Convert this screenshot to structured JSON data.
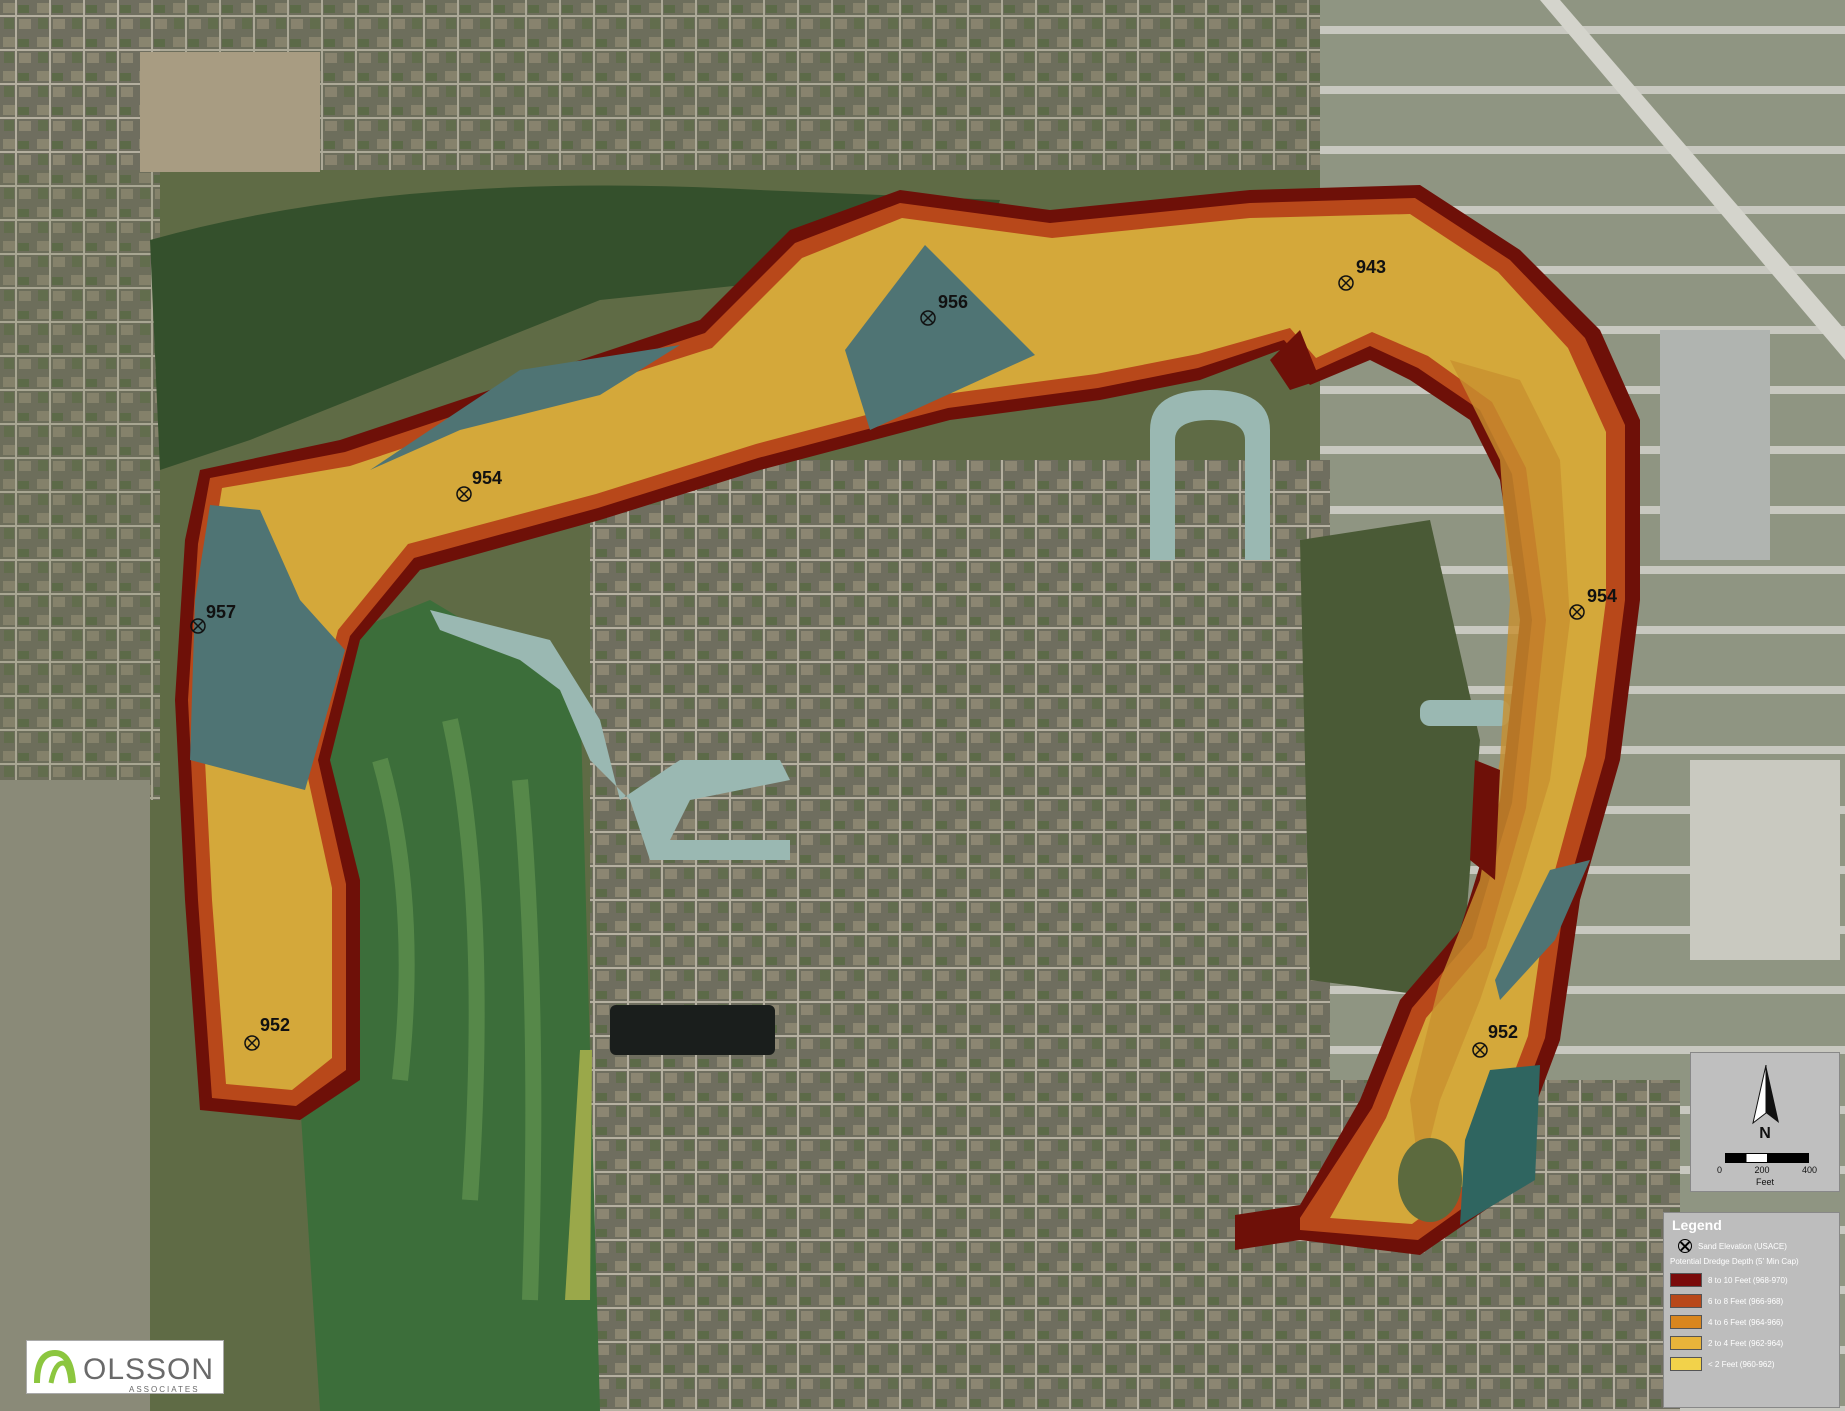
{
  "map": {
    "labels": [
      {
        "id": "957",
        "text": "957"
      },
      {
        "id": "954w",
        "text": "954"
      },
      {
        "id": "956",
        "text": "956"
      },
      {
        "id": "943",
        "text": "943"
      },
      {
        "id": "954e",
        "text": "954"
      },
      {
        "id": "952w",
        "text": "952"
      },
      {
        "id": "952e",
        "text": "952"
      }
    ]
  },
  "north_arrow": {
    "letter": "N",
    "scale_ticks": [
      "0",
      "200",
      "400"
    ],
    "scale_unit": "Feet"
  },
  "legend": {
    "title": "Legend",
    "sand_label": "Sand Elevation (USACE)",
    "depth_heading": "Potential Dredge Depth (5' Min Cap)",
    "classes": [
      {
        "label": "8 to 10 Feet (968-970)",
        "color": "#7a0a0a"
      },
      {
        "label": "6 to 8 Feet (966-968)",
        "color": "#b8481a"
      },
      {
        "label": "4 to 6 Feet (964-966)",
        "color": "#d9861e"
      },
      {
        "label": "2 to 4 Feet (962-964)",
        "color": "#e8b43a"
      },
      {
        "label": "< 2 Feet (960-962)",
        "color": "#f2d24a"
      }
    ]
  },
  "logo": {
    "name": "OLSSON",
    "sub": "ASSOCIATES",
    "mark_color": "#8cc63f"
  },
  "colors": {
    "lake_core": "#d4a83a",
    "lake_edge": "#a64b12",
    "lake_rim": "#6e1008",
    "sand_gray": "#4f7474",
    "canal": "#9ab8b2",
    "golf": "#3c6e3a",
    "urban": "#7d7b6a"
  }
}
